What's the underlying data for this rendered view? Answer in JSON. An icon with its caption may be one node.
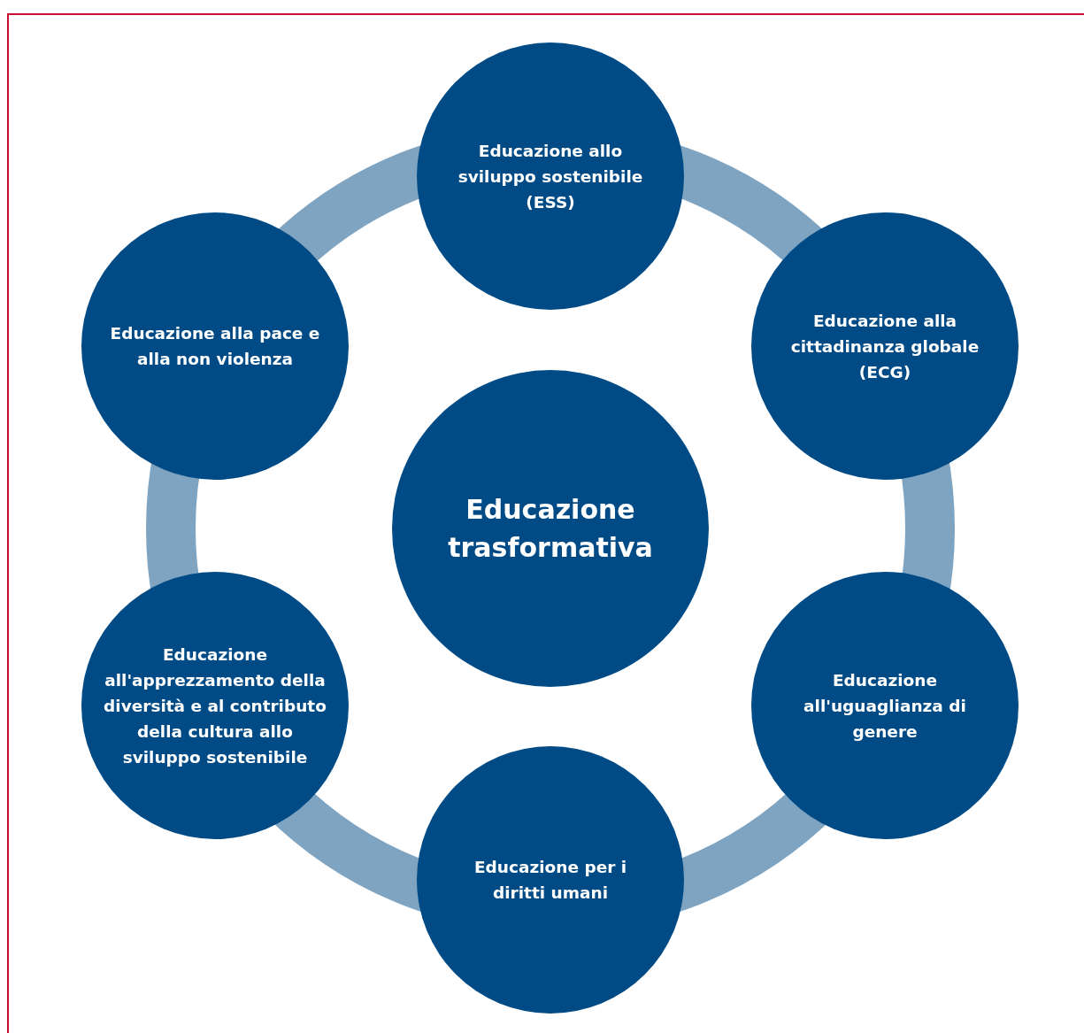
{
  "diagram": {
    "nodes": [
      {
        "text": [
          "Educazione trasformativa"
        ]
      },
      {
        "text": [
          "Educazione allo sviluppo sostenibile (ESS)"
        ]
      },
      {
        "text": [
          "Educazione alla cittadinanza globale (ECG)"
        ]
      },
      {
        "text": [
          "Educazione all'uguaglianza di genere"
        ]
      },
      {
        "text": [
          "Educazione per i diritti umani"
        ]
      },
      {
        "text": [
          "Educazione all'apprezzamento della diversità e al contributo della cultura allo sviluppo sostenibile"
        ]
      },
      {
        "text": [
          "Educazione alla pace e alla non violenza"
        ]
      }
    ]
  }
}
